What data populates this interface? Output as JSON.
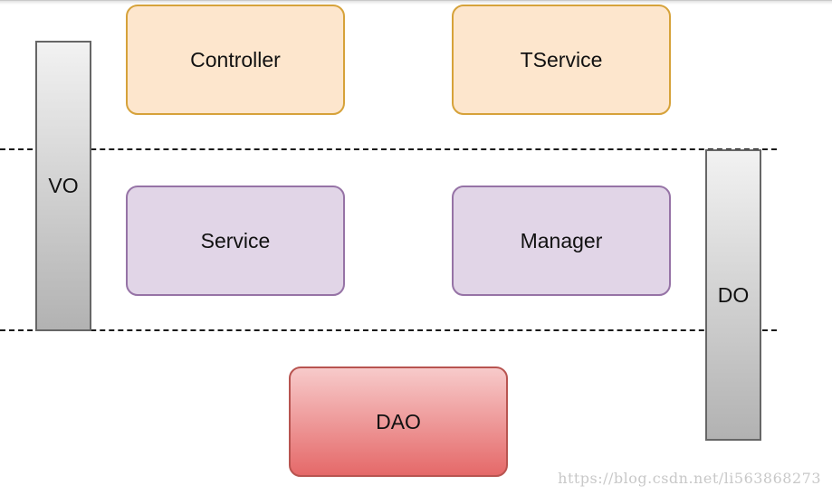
{
  "diagram": {
    "nodes": {
      "controller": "Controller",
      "tservice": "TService",
      "service": "Service",
      "manager": "Manager",
      "dao": "DAO"
    },
    "bars": {
      "vo": "VO",
      "do": "DO"
    },
    "colors": {
      "orange_fill": "#fde6cd",
      "orange_border": "#d6a23a",
      "purple_fill": "#e1d5e7",
      "purple_border": "#9673a6",
      "red_fill_top": "#f7caca",
      "red_fill_bottom": "#e56969",
      "red_border": "#b85450",
      "bar_fill_top": "#f2f2f2",
      "bar_fill_bottom": "#b2b2b2"
    }
  },
  "watermark": "https://blog.csdn.net/li563868273"
}
